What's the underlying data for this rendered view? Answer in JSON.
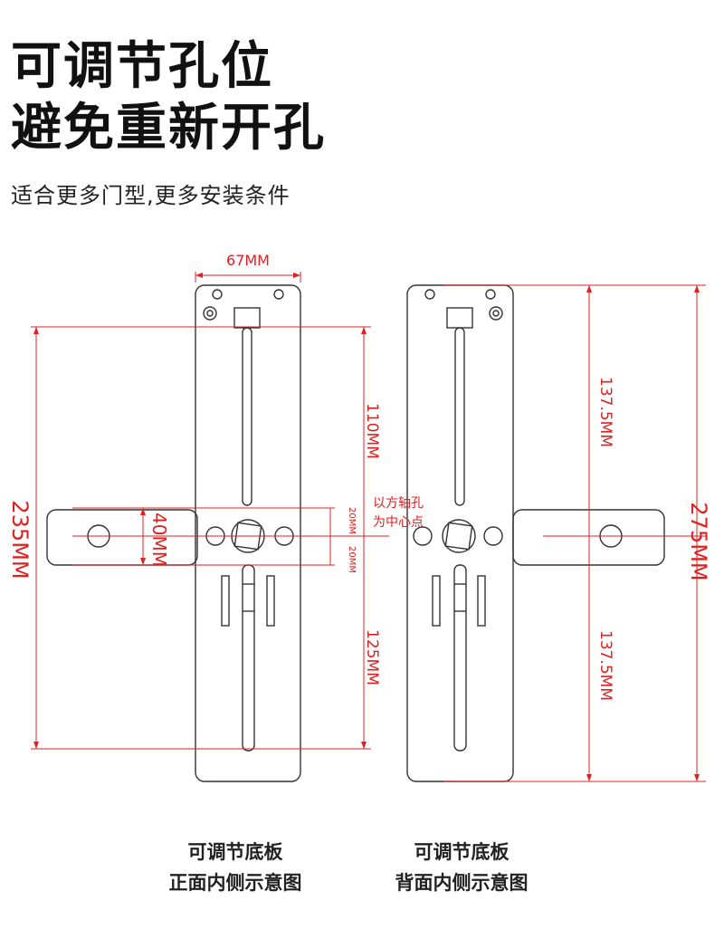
{
  "heading": {
    "line1": "可调节孔位",
    "line2": "避免重新开孔",
    "subtitle": "适合更多门型,更多安装条件"
  },
  "dimensions": {
    "width_top": "67MM",
    "upper_span": "110MM",
    "lower_span": "125MM",
    "total_left": "235MM",
    "offset_up": "20MM",
    "offset_down": "20MM",
    "handle_height": "40MM",
    "back_upper": "137.5MM",
    "back_lower": "137.5MM",
    "total_right": "275MM"
  },
  "note": {
    "line1": "以方轴孔",
    "line2": "为中心点"
  },
  "captions": {
    "front": {
      "line1": "可调节底板",
      "line2": "正面内侧示意图"
    },
    "back": {
      "line1": "可调节底板",
      "line2": "背面内侧示意图"
    }
  },
  "colors": {
    "dimension": "#e02020",
    "outline": "#333333"
  }
}
